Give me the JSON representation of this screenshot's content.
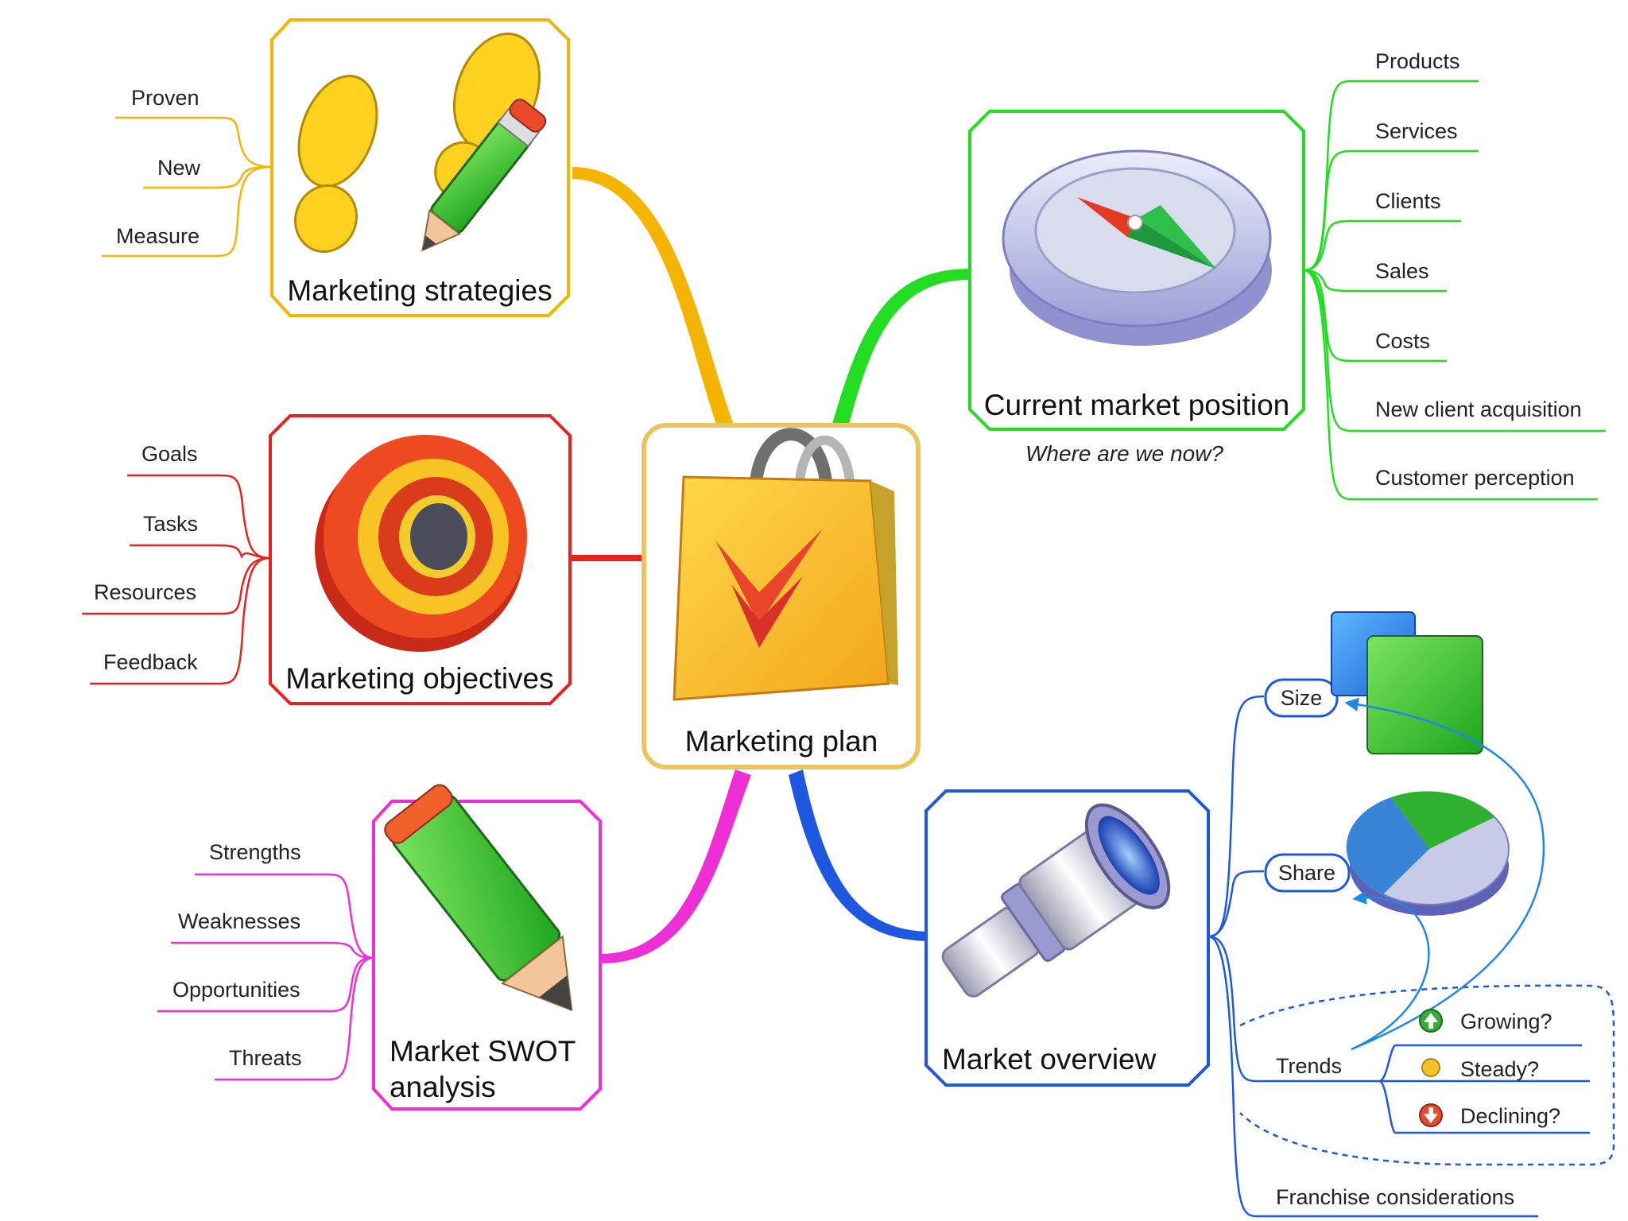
{
  "center": {
    "title": "Marketing plan"
  },
  "strategies": {
    "title": "Marketing strategies",
    "color": "#f5b400",
    "leaves": [
      "Proven",
      "New",
      "Measure"
    ]
  },
  "objectives": {
    "title": "Marketing objectives",
    "color": "#e8231f",
    "leaves": [
      "Goals",
      "Tasks",
      "Resources",
      "Feedback"
    ]
  },
  "swot": {
    "title_line1": "Market SWOT",
    "title_line2": "analysis",
    "color": "#ee2fd6",
    "leaves": [
      "Strengths",
      "Weaknesses",
      "Opportunities",
      "Threats"
    ]
  },
  "position": {
    "title": "Current market position",
    "note": "Where are we now?",
    "color": "#22dd22",
    "leaves": [
      "Products",
      "Services",
      "Clients",
      "Sales",
      "Costs",
      "New client acquisition",
      "Customer perception"
    ]
  },
  "overview": {
    "title": "Market overview",
    "color": "#1e57e0",
    "size_label": "Size",
    "share_label": "Share",
    "trends_label": "Trends",
    "trend_items": [
      "Growing?",
      "Steady?",
      "Declining?"
    ],
    "franchise_label": "Franchise considerations"
  }
}
